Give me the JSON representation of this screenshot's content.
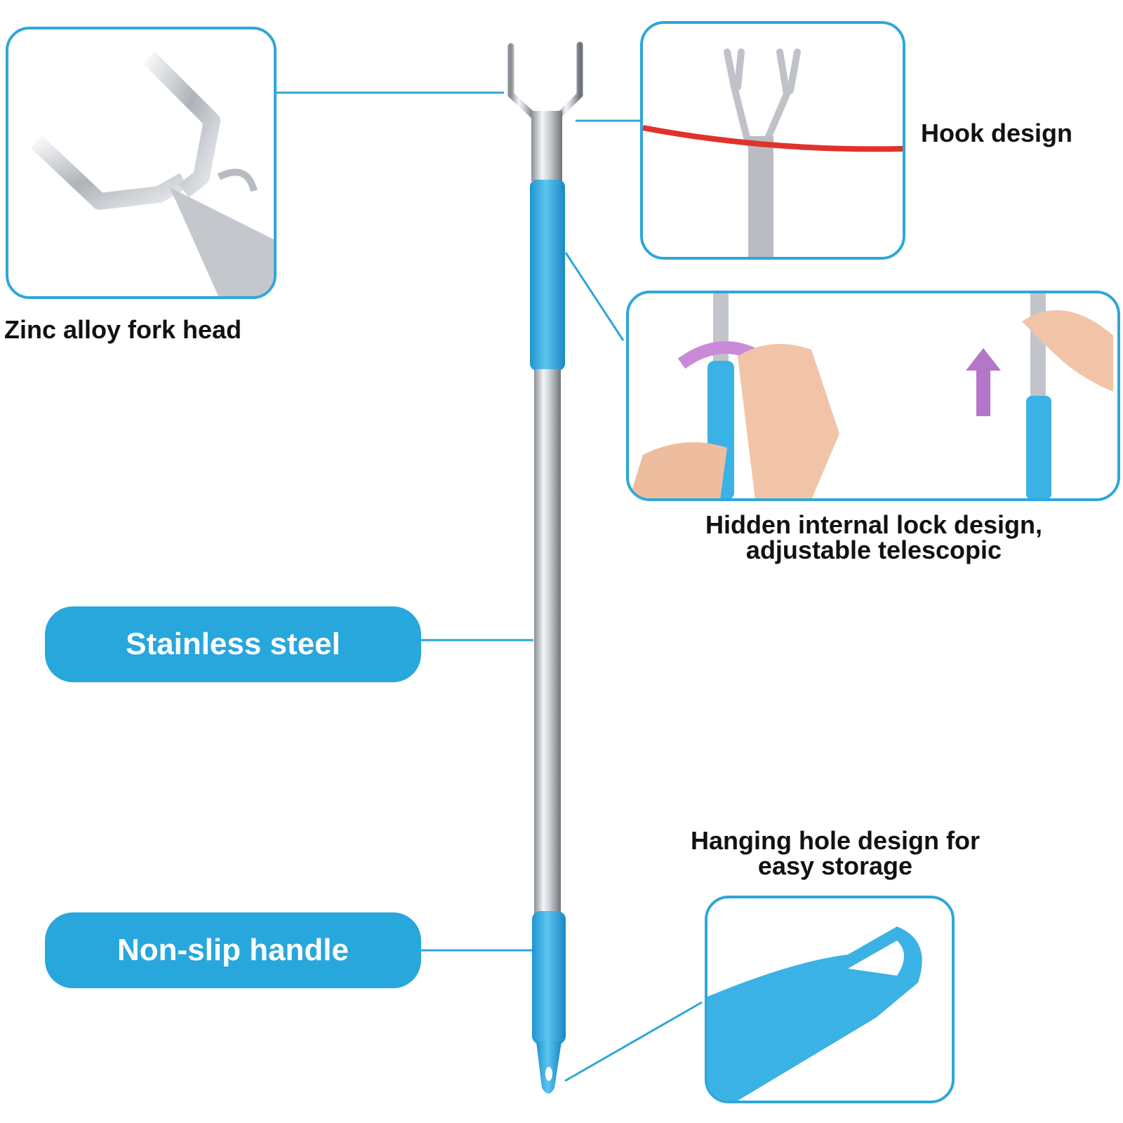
{
  "colors": {
    "accent": "#27a7dc",
    "panel_border": "#2ea7d8",
    "handle_blue": "#3ab2e6",
    "steel": "#b8bcc2",
    "rope": "#e0322d",
    "arrow": "#b476c9"
  },
  "labels": {
    "fork_head": "Zinc alloy fork head",
    "hook_design": "Hook design",
    "lock_line1": "Hidden internal lock design,",
    "lock_line2": "adjustable telescopic",
    "stainless": "Stainless steel",
    "handle": "Non-slip handle",
    "hanging_line1": "Hanging hole design for",
    "hanging_line2": "easy storage"
  },
  "icons": {
    "fork": "fork-head-icon",
    "hook": "hook-rope-icon",
    "lock": "telescopic-lock-icon",
    "hole": "hanging-hole-icon"
  }
}
